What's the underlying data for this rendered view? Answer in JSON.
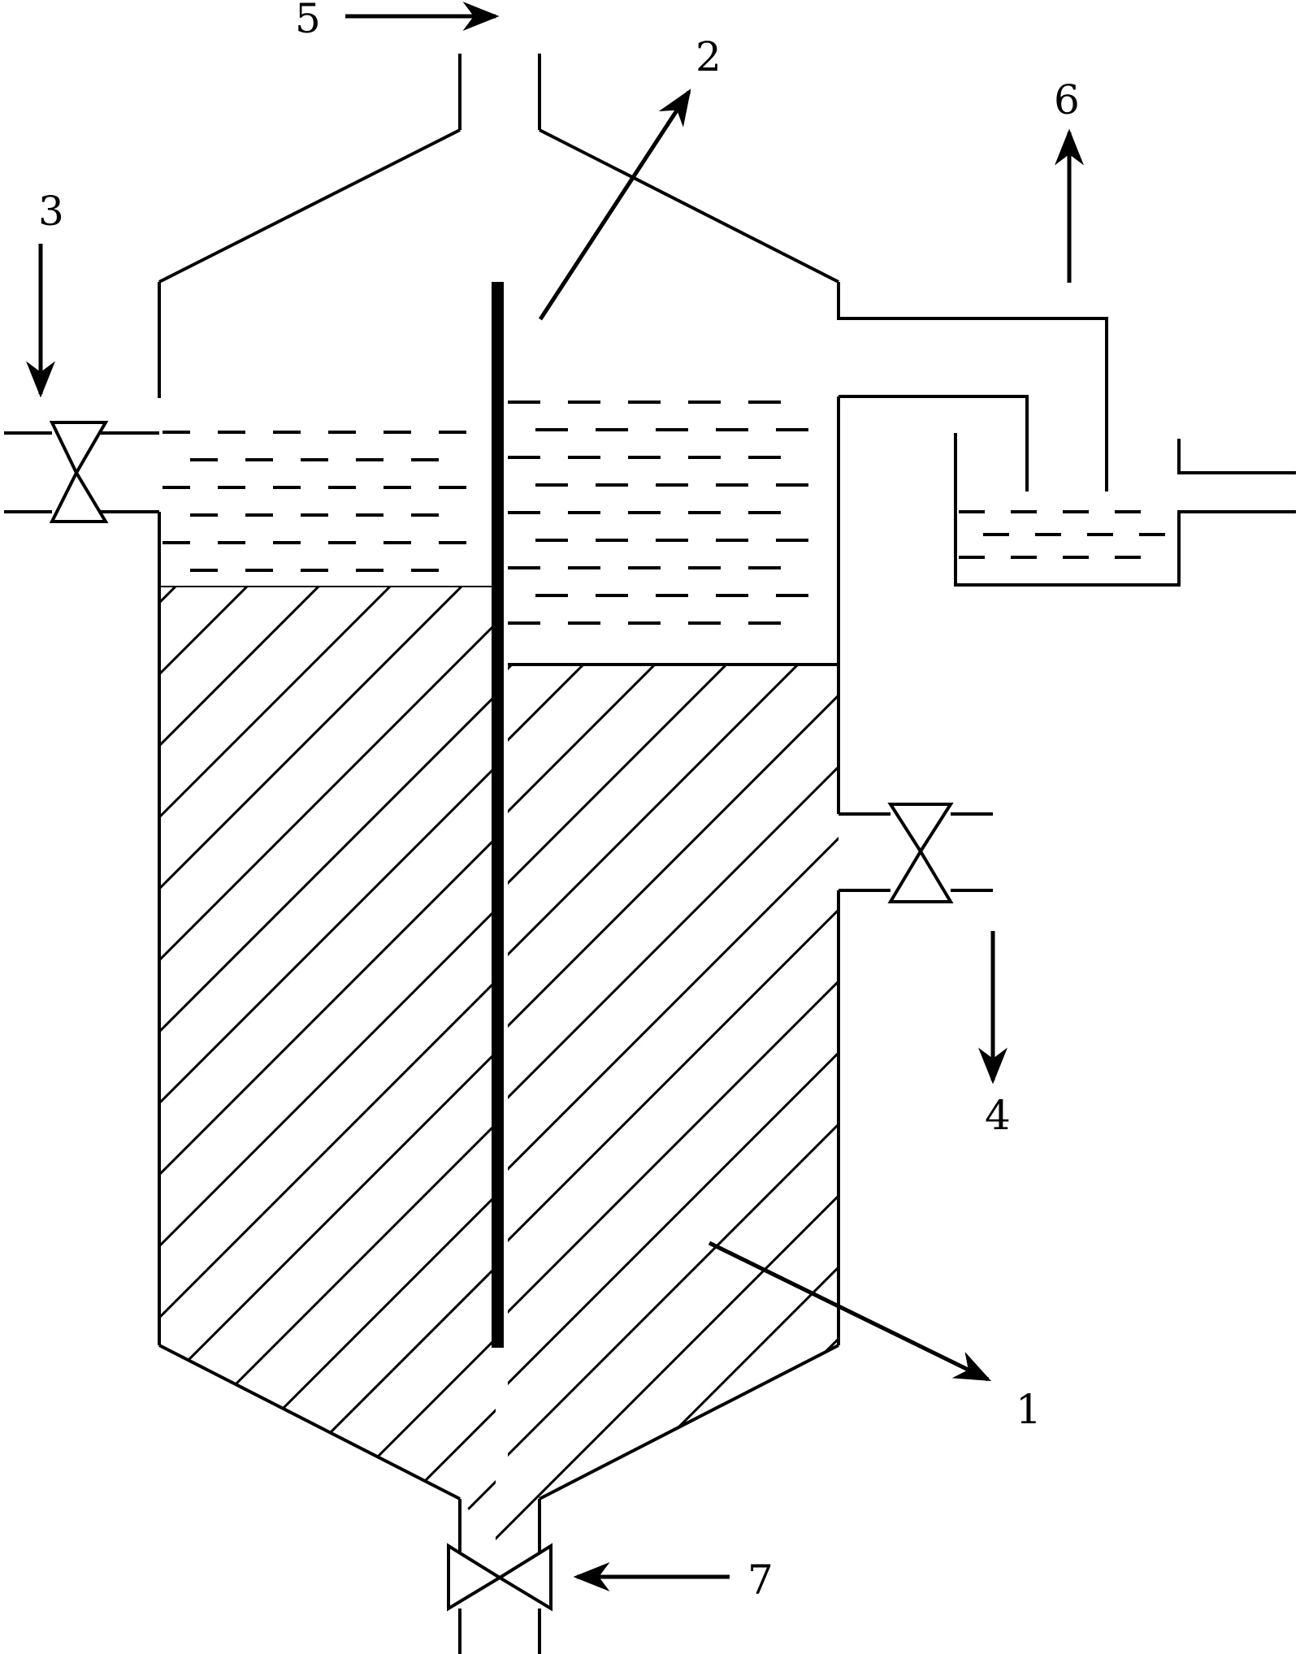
{
  "labels": {
    "l1": "1",
    "l2": "2",
    "l3": "3",
    "l4": "4",
    "l5": "5",
    "l6": "6",
    "l7": "7"
  },
  "colors": {
    "line": "#000000",
    "background": "#ffffff"
  }
}
